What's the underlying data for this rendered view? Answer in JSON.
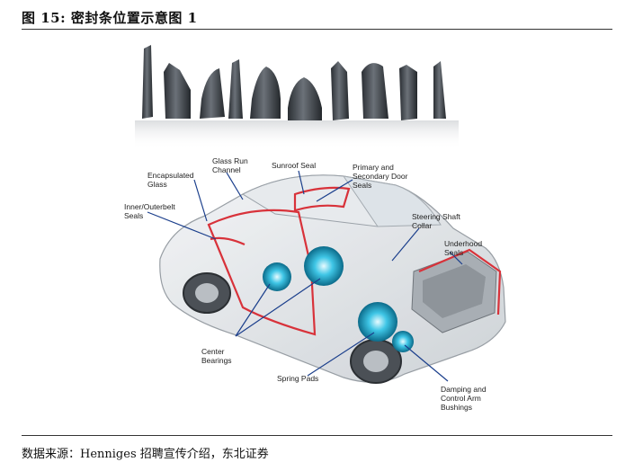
{
  "figure": {
    "title": "图 15:  密封条位置示意图 1",
    "source": "数据来源：Henniges 招聘宣传介绍，东北证券"
  },
  "callouts": {
    "glass_run_channel": "Glass Run\nChannel",
    "sunroof_seal": "Sunroof Seal",
    "primary_secondary_door_seals": "Primary and\nSecondary Door\nSeals",
    "encapsulated_glass": "Encapsulated\nGlass",
    "inner_outerbelt_seals": "Inner/Outerbelt\nSeals",
    "steering_shaft_collar": "Steering Shaft\nCollar",
    "underhood_seals": "Underhood\nSeals",
    "center_bearings": "Center\nBearings",
    "spring_pads": "Spring Pads",
    "damping_control_arm_bushings": "Damping and\nControl Arm\nBushings"
  },
  "colors": {
    "seal_red": "#d8323a",
    "leader_blue": "#1b3f8c",
    "profile_dark": "#3a3f44",
    "component_cyan": "#29b6d9"
  }
}
